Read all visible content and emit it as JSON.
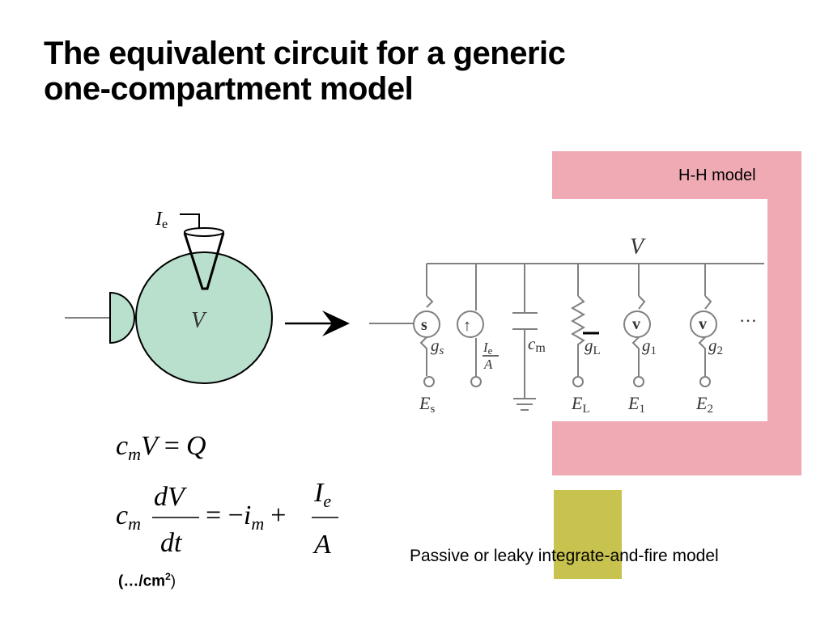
{
  "title_line1": "The equivalent circuit for a generic",
  "title_line2": "one-compartment model",
  "hh_label": "H-H model",
  "passive_label": "Passive or leaky integrate-and-fire model",
  "units_prefix": "(…/cm",
  "units_exp": "2",
  "units_suffix": ")",
  "colors": {
    "hh_frame": "#f0aab4",
    "if_block": "#c8c24f",
    "cell_fill": "#b9e0cc",
    "wire": "#808080"
  },
  "neuron": {
    "current_label": "I",
    "current_sub": "e",
    "voltage_label": "V"
  },
  "circuit": {
    "voltage_label": "V",
    "ellipsis": "···",
    "branches": [
      {
        "symbol": "s",
        "conductance": "g",
        "cond_sub": "s",
        "reversal": "E",
        "rev_sub": "s"
      },
      {
        "symbol": "↑",
        "current_num": "I",
        "current_num_sub": "e",
        "current_den": "A"
      },
      {
        "capacitance": "c",
        "cap_sub": "m"
      },
      {
        "conductance": "g",
        "cond_sub": "L",
        "reversal": "E",
        "rev_sub": "L"
      },
      {
        "symbol": "v",
        "conductance": "g",
        "cond_sub": "1",
        "reversal": "E",
        "rev_sub": "1"
      },
      {
        "symbol": "v",
        "conductance": "g",
        "cond_sub": "2",
        "reversal": "E",
        "rev_sub": "2"
      }
    ]
  },
  "equations": {
    "eq1_left": "c",
    "eq1_left_sub": "m",
    "eq1_var": "V",
    "eq1_eq": "=",
    "eq1_right": "Q",
    "eq2_c": "c",
    "eq2_c_sub": "m",
    "eq2_num": "dV",
    "eq2_den": "dt",
    "eq2_rhs": "= −",
    "eq2_i": "i",
    "eq2_i_sub": "m",
    "eq2_plus": "+",
    "eq2_frac_num": "I",
    "eq2_frac_num_sub": "e",
    "eq2_frac_den": "A"
  }
}
